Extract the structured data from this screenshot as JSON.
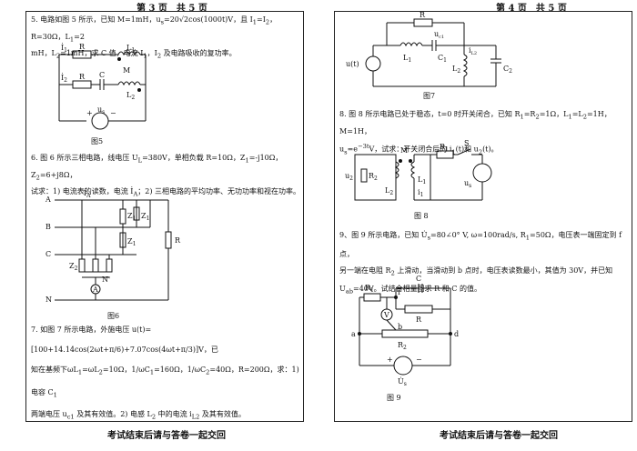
{
  "left": {
    "header": "第 3 页　共 5 页",
    "q5": {
      "line1": "5. 电路如图 5 所示，已知 M=1mH，u",
      "line1b": "=20√2cos(1000t)V，且 I",
      "line1c": "=I",
      "line1d": "，R=30Ω，L",
      "line1e": "=2",
      "line2": "mH，L",
      "line2b": "=1mH，求 C 值，电流 I",
      "line2c": "，I",
      "line2d": " 及电路吸收的复功率。",
      "sub_s": "s",
      "sub_1": "1",
      "sub_2": "2",
      "caption": "图5",
      "labels": {
        "R": "R",
        "C": "C",
        "L1": "L",
        "L2": "L",
        "M": "M",
        "I1": "İ",
        "I2": "İ",
        "us": "u",
        "plus": "+",
        "minus": "−"
      }
    },
    "q6": {
      "line1": "6. 图 6 所示三相电路，线电压 U",
      "line1b": "=380V，单相负载 R=10Ω，Z",
      "line1c": "=-j10Ω，Z",
      "line1d": "=6+j8Ω，",
      "line2": "试求：1) 电流表的读数，电流 İ",
      "line2b": "；2) 三相电路的平均功率、无功功率和视在功率。",
      "sub_L": "L",
      "sub_1": "1",
      "sub_2": "2",
      "sub_A": "A",
      "caption": "图6",
      "labels": {
        "A": "A",
        "B": "B",
        "C": "C",
        "N": "N",
        "IA": "İ",
        "Z1": "Z",
        "Z2": "Z",
        "R": "R",
        "Nprime": "N'",
        "ammeter": "A"
      }
    },
    "q7": {
      "line1": "7. 如图 7 所示电路，外施电压 u(t)=",
      "expr": "[100+14.14cos(2ωt+π/6)+7.07cos(4ωt+π/3)]",
      "unit": "V，已",
      "line2": "知在基频下ωL",
      "line2b": "=ωL",
      "line2c": "=10Ω，1/ωC",
      "line2d": "=160Ω，1/ωC",
      "line2e": "=40Ω，R=200Ω，求：1) 电容 C",
      "line3": "两端电压 u",
      "line3b": " 及其有效值。2) 电感 L",
      "line3c": " 中的电流 i",
      "line3d": " 及其有效值。",
      "sub_1": "1",
      "sub_2": "2",
      "sub_c1": "c1",
      "sub_L2": "L2"
    },
    "footer": "考试结束后请与答卷一起交回"
  },
  "right": {
    "header": "第 4 页　共 5 页",
    "fig7": {
      "caption": "图7",
      "labels": {
        "R": "R",
        "L1": "L",
        "C1": "C",
        "L2": "L",
        "C2": "C",
        "u": "u(t)",
        "uc1": "u",
        "iL2": "i"
      }
    },
    "q8": {
      "line1": "8. 图 8 所示电路已处于稳态，t=0 时开关闭合，已知 R",
      "line1b": "=R",
      "line1c": "=1Ω，L",
      "line1d": "=L",
      "line1e": "=1H，M=1H，",
      "line2": "u",
      "line2b": "=e",
      "line2c": "V，试求：开关闭合后的 i",
      "line2d": "(t)和 u",
      "line2e": "(t)。",
      "sub_1": "1",
      "sub_2": "2",
      "sub_s": "s",
      "sup": "−3t",
      "caption": "图 8",
      "labels": {
        "M": "M",
        "R1": "R",
        "R2": "R",
        "L1": "L",
        "L2": "L",
        "S": "S",
        "us": "u",
        "u2": "u",
        "i1": "i"
      }
    },
    "q9": {
      "line1": "9、图 9 所示电路，已知 U̇",
      "line1b": "=80∠0° V, ω=100rad/s, R",
      "line1c": "=50Ω，电压表一端固定到 f 点，",
      "line2": "另一端在电阻 R",
      "line2b": " 上滑动，当滑动到 b 点时，电压表读数最小，其值为 30V，并已知",
      "line3": "U",
      "line3b": "=40V。试结合相量图求 R 和 C 的值。",
      "sub_s": "s",
      "sub_1": "1",
      "sub_2": "2",
      "sub_ab": "ab",
      "caption": "图 9",
      "labels": {
        "R1": "R",
        "C": "C",
        "R": "R",
        "R2": "R",
        "V": "V",
        "f": "f",
        "a": "a",
        "b": "b",
        "d": "d",
        "Us": "U̇",
        "plus": "+",
        "minus": "−"
      }
    },
    "footer": "考试结束后请与答卷一起交回"
  }
}
